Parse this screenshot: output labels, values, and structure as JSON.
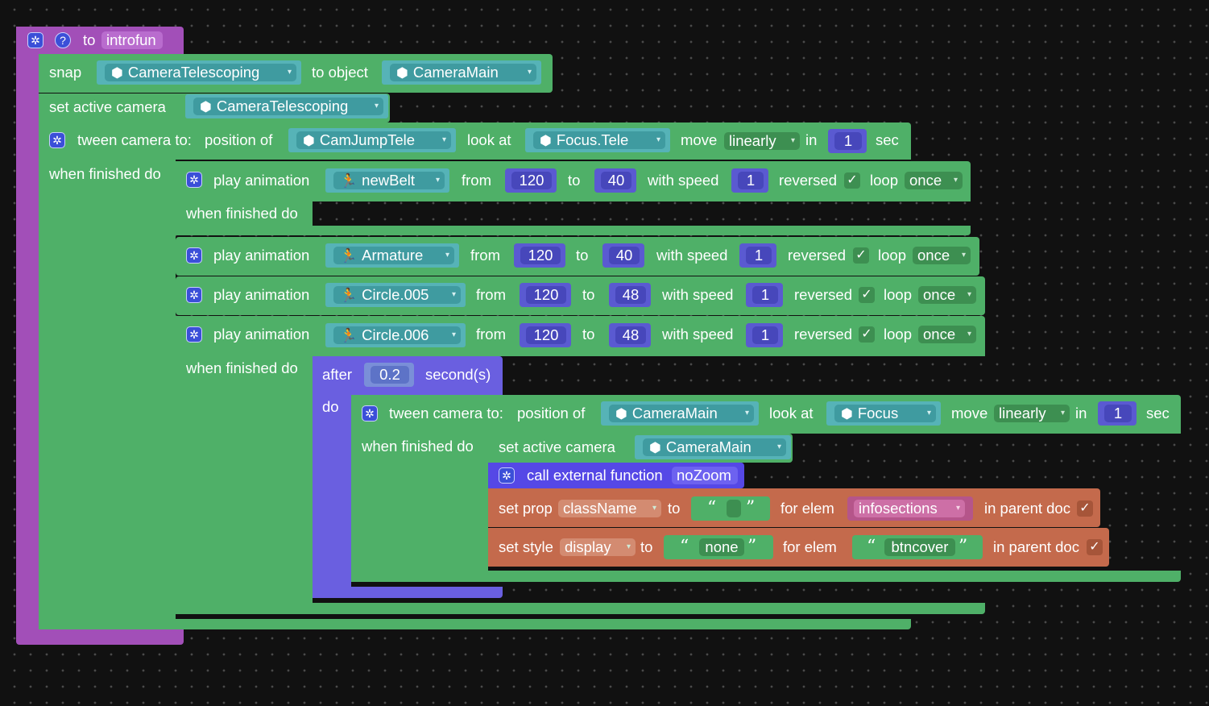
{
  "func": {
    "to_label": "to",
    "name": "introfun",
    "help_glyph": "?"
  },
  "snap": {
    "label": "snap",
    "object": "CameraTelescoping",
    "to_object_label": "to object",
    "target": "CameraMain"
  },
  "set_active1": {
    "label": "set active camera",
    "camera": "CameraTelescoping"
  },
  "tween1": {
    "label": "tween camera to:",
    "position_of_label": "position of",
    "position": "CamJumpTele",
    "look_at_label": "look at",
    "look_at": "Focus.Tele",
    "move_label": "move",
    "easing": "linearly",
    "in_label": "in",
    "duration": "1",
    "sec_label": "sec",
    "when_finished_label": "when finished do"
  },
  "anim1": {
    "label": "play animation",
    "target": "newBelt",
    "from_label": "from",
    "from": "120",
    "to_label": "to",
    "to": "40",
    "speed_label": "with speed",
    "speed": "1",
    "reversed_label": "reversed",
    "reversed": "✓",
    "loop_label": "loop",
    "loop": "once",
    "when_finished_label": "when finished do"
  },
  "anim2": {
    "label": "play animation",
    "target": "Armature",
    "from_label": "from",
    "from": "120",
    "to_label": "to",
    "to": "40",
    "speed_label": "with speed",
    "speed": "1",
    "reversed_label": "reversed",
    "reversed": "✓",
    "loop_label": "loop",
    "loop": "once"
  },
  "anim3": {
    "label": "play animation",
    "target": "Circle.005",
    "from_label": "from",
    "from": "120",
    "to_label": "to",
    "to": "48",
    "speed_label": "with speed",
    "speed": "1",
    "reversed_label": "reversed",
    "reversed": "✓",
    "loop_label": "loop",
    "loop": "once"
  },
  "anim4": {
    "label": "play animation",
    "target": "Circle.006",
    "from_label": "from",
    "from": "120",
    "to_label": "to",
    "to": "48",
    "speed_label": "with speed",
    "speed": "1",
    "reversed_label": "reversed",
    "reversed": "✓",
    "loop_label": "loop",
    "loop": "once",
    "when_finished_label": "when finished do"
  },
  "after": {
    "label": "after",
    "delay": "0.2",
    "unit": "second(s)",
    "do_label": "do"
  },
  "tween2": {
    "label": "tween camera to:",
    "position_of_label": "position of",
    "position": "CameraMain",
    "look_at_label": "look at",
    "look_at": "Focus",
    "move_label": "move",
    "easing": "linearly",
    "in_label": "in",
    "duration": "1",
    "sec_label": "sec",
    "when_finished_label": "when finished do"
  },
  "set_active2": {
    "label": "set active camera",
    "camera": "CameraMain"
  },
  "call_ext": {
    "label": "call external function",
    "name": "noZoom"
  },
  "set_prop": {
    "label": "set prop",
    "prop": "className",
    "to_label": "to",
    "value": "",
    "for_elem_label": "for elem",
    "elem": "infosections",
    "parent_label": "in parent doc",
    "parent": "✓"
  },
  "set_style": {
    "label": "set style",
    "prop": "display",
    "to_label": "to",
    "value": "none",
    "for_elem_label": "for elem",
    "elem": "btncover",
    "parent_label": "in parent doc",
    "parent": "✓"
  },
  "icons": {
    "gear": "gear-icon",
    "help": "help-icon",
    "cube": "cube-icon",
    "run": "running-figure-icon",
    "caret": "caret-down-icon",
    "check": "checkmark-icon"
  },
  "glyphs": {
    "gear": "✲",
    "cube": "⬢",
    "run": "🏃",
    "caret": "▾",
    "lq": "“",
    "rq": "”"
  },
  "colors": {
    "procedure": "#a24fb8",
    "statement": "#4fb068",
    "object_field": "#56b3b7",
    "number": "#5a5ad1",
    "timer": "#6a5fe0",
    "call": "#5548e6",
    "dom": "#c46a4c",
    "string_pink": "#b5558a",
    "background": "#111111"
  }
}
